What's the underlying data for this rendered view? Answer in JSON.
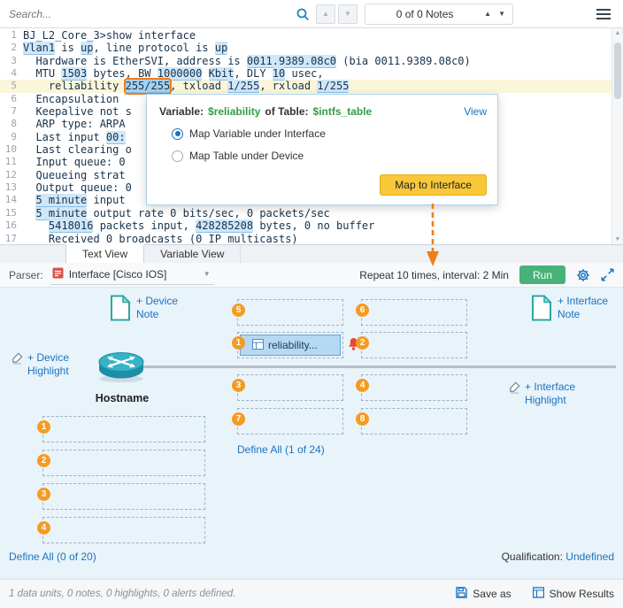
{
  "topbar": {
    "search_placeholder": "Search...",
    "notes_counter": "0 of 0 Notes"
  },
  "editor": {
    "lines": [
      {
        "n": "1",
        "seg": [
          [
            "BJ_L2_Core_3>show interface",
            0
          ]
        ]
      },
      {
        "n": "2",
        "seg": [
          [
            "Vlan1",
            1
          ],
          [
            " is ",
            0
          ],
          [
            "up",
            1
          ],
          [
            ", line protocol is ",
            0
          ],
          [
            "up",
            1
          ]
        ]
      },
      {
        "n": "3",
        "seg": [
          [
            "  Hardware is EtherSVI, address is ",
            0
          ],
          [
            "0011.9389.08c0",
            1
          ],
          [
            " (bia 0011.9389.08c0)",
            0
          ]
        ]
      },
      {
        "n": "4",
        "seg": [
          [
            "  MTU ",
            0
          ],
          [
            "1503",
            1
          ],
          [
            " bytes, BW ",
            0
          ],
          [
            "1000000",
            1
          ],
          [
            " ",
            0
          ],
          [
            "Kbit",
            1
          ],
          [
            ", DLY ",
            0
          ],
          [
            "10",
            1
          ],
          [
            " usec,",
            0
          ]
        ]
      },
      {
        "n": "5",
        "hl": true,
        "seg": [
          [
            "    reliability ",
            0
          ],
          [
            "255/255",
            2
          ],
          [
            ", txload ",
            0
          ],
          [
            "1/255",
            1
          ],
          [
            ", rxload ",
            0
          ],
          [
            "1/255",
            1
          ]
        ]
      },
      {
        "n": "6",
        "seg": [
          [
            "  Encapsulation",
            0
          ]
        ]
      },
      {
        "n": "7",
        "seg": [
          [
            "  Keepalive not s",
            0
          ]
        ]
      },
      {
        "n": "8",
        "seg": [
          [
            "  ARP type: ARPA",
            0
          ]
        ]
      },
      {
        "n": "9",
        "seg": [
          [
            "  Last input ",
            0
          ],
          [
            "00:",
            1
          ]
        ]
      },
      {
        "n": "10",
        "seg": [
          [
            "  Last clearing o",
            0
          ]
        ]
      },
      {
        "n": "11",
        "seg": [
          [
            "  Input queue: 0",
            0
          ]
        ]
      },
      {
        "n": "12",
        "seg": [
          [
            "  Queueing strat",
            0
          ]
        ]
      },
      {
        "n": "13",
        "seg": [
          [
            "  Output queue: 0",
            0
          ]
        ]
      },
      {
        "n": "14",
        "seg": [
          [
            "  ",
            0
          ],
          [
            "5 minute",
            1
          ],
          [
            " input",
            0
          ]
        ]
      },
      {
        "n": "15",
        "seg": [
          [
            "  ",
            0
          ],
          [
            "5 minute",
            1
          ],
          [
            " output rate 0 bits/sec, 0 packets/sec",
            0
          ]
        ]
      },
      {
        "n": "16",
        "seg": [
          [
            "    ",
            0
          ],
          [
            "5418016",
            1
          ],
          [
            " packets input, ",
            0
          ],
          [
            "428285208",
            1
          ],
          [
            " bytes, 0 no buffer",
            0
          ]
        ]
      },
      {
        "n": "17",
        "seg": [
          [
            "    Received 0 broadcasts (0 IP multicasts)",
            0
          ]
        ]
      }
    ]
  },
  "popup": {
    "variable_label": "Variable:",
    "variable_name": "$reliability",
    "table_label": "of Table:",
    "table_name": "$intfs_table",
    "view_link": "View",
    "option_variable": "Map Variable under Interface",
    "option_table": "Map Table under Device",
    "map_button": "Map to Interface"
  },
  "tabs": {
    "text_view": "Text View",
    "variable_view": "Variable View"
  },
  "parser": {
    "label": "Parser:",
    "value": "Interface [Cisco IOS]",
    "repeat": "Repeat 10 times, interval: 2 Min",
    "run": "Run"
  },
  "canvas": {
    "device_note": "+ Device Note",
    "device_highlight": "+ Device Highlight",
    "interface_note": "+ Interface Note",
    "interface_highlight": "+ Interface Highlight",
    "hostname": "Hostname",
    "chip_label": "reliability...",
    "interface_slots": [
      "5",
      "6",
      "1",
      "2",
      "3",
      "4",
      "7",
      "8"
    ],
    "device_slots": [
      "1",
      "2",
      "3",
      "4"
    ],
    "define_all_interface": "Define All (1 of 24)",
    "define_all_device": "Define All (0 of 20)",
    "qualification_label": "Qualification:",
    "qualification_value": "Undefined"
  },
  "statusbar": {
    "summary": "1 data units, 0 notes, 0 highlights, 0 alerts defined.",
    "save_as": "Save as",
    "show_results": "Show Results"
  },
  "colors": {
    "accent_blue": "#1a73c0",
    "token_highlight_bg": "#cfe7f8",
    "selection_orange": "#f07b1d",
    "variable_green": "#2f9e44",
    "map_button_bg": "#f8c73a",
    "run_button_green": "#49b27a",
    "slot_number_orange": "#f59b22",
    "alert_red": "#e24a33",
    "canvas_bg": "#e9f3fa",
    "line_highlight_yellow": "#fbf6d9"
  }
}
